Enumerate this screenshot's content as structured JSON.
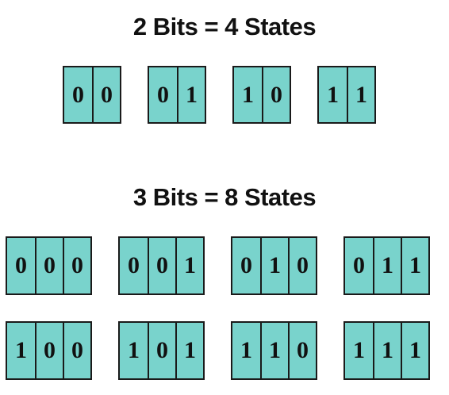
{
  "sections": [
    {
      "title": "2 Bits = 4 States",
      "rows": [
        [
          "00",
          "01",
          "10",
          "11"
        ]
      ]
    },
    {
      "title": "3 Bits = 8 States",
      "rows": [
        [
          "000",
          "001",
          "010",
          "011"
        ],
        [
          "100",
          "101",
          "110",
          "111"
        ]
      ]
    }
  ],
  "colors": {
    "cell_fill": "#79d3cc",
    "border": "#1a1a1a",
    "text": "#111111"
  }
}
